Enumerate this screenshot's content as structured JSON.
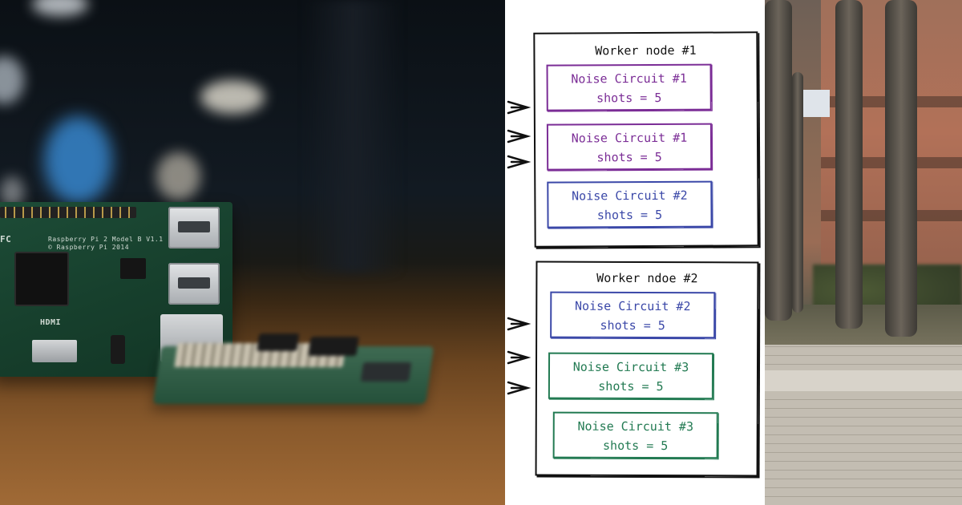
{
  "left_photo": {
    "board_silkscreen": [
      "Raspberry Pi 2 Model B V1.1",
      "© Raspberry Pi 2014"
    ],
    "hdmi_label": "HDMI",
    "fc_mark": "FC"
  },
  "diagram": {
    "nodes": [
      {
        "title": "Worker node #1",
        "circuits": [
          {
            "name": "Noise Circuit #1",
            "shots": "shots = 5",
            "color": "#7b2d96"
          },
          {
            "name": "Noise Circuit #1",
            "shots": "shots = 5",
            "color": "#7b2d96"
          },
          {
            "name": "Noise Circuit #2",
            "shots": "shots = 5",
            "color": "#3b48a8"
          }
        ]
      },
      {
        "title": "Worker ndoe #2",
        "circuits": [
          {
            "name": "Noise Circuit #2",
            "shots": "shots = 5",
            "color": "#3b48a8"
          },
          {
            "name": "Noise Circuit #3",
            "shots": "shots = 5",
            "color": "#227a52"
          },
          {
            "name": "Noise Circuit #3",
            "shots": "shots = 5",
            "color": "#227a52"
          }
        ]
      }
    ],
    "ink_color": "#111111",
    "background": "#ffffff"
  }
}
